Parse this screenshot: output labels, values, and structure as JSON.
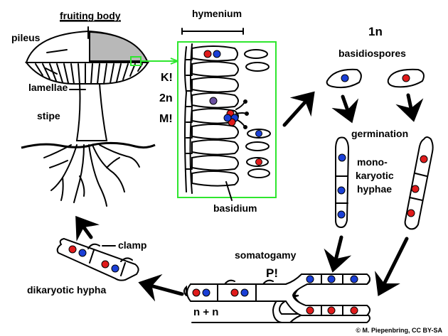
{
  "labels": {
    "fruiting_body": "fruiting body",
    "pileus": "pileus",
    "lamellae": "lamellae",
    "stipe": "stipe",
    "hymenium": "hymenium",
    "k": "K!",
    "two_n": "2n",
    "m": "M!",
    "basidium": "basidium",
    "one_n": "1n",
    "basidiospores": "basidiospores",
    "germination": "germination",
    "mono1": "mono-",
    "mono2": "karyotic",
    "mono3": "hyphae",
    "somatogamy": "somatogamy",
    "p": "P!",
    "n_plus_n": "n + n",
    "clamp": "clamp",
    "dikaryotic": "dikaryotic hypha",
    "credit": "© M. Piepenbring, CC BY-SA"
  },
  "colors": {
    "nucleus_blue": "#1a3fd6",
    "nucleus_red": "#e01b1b",
    "highlight_green": "#2ee62e",
    "cap_gray": "#b8b8b8"
  }
}
